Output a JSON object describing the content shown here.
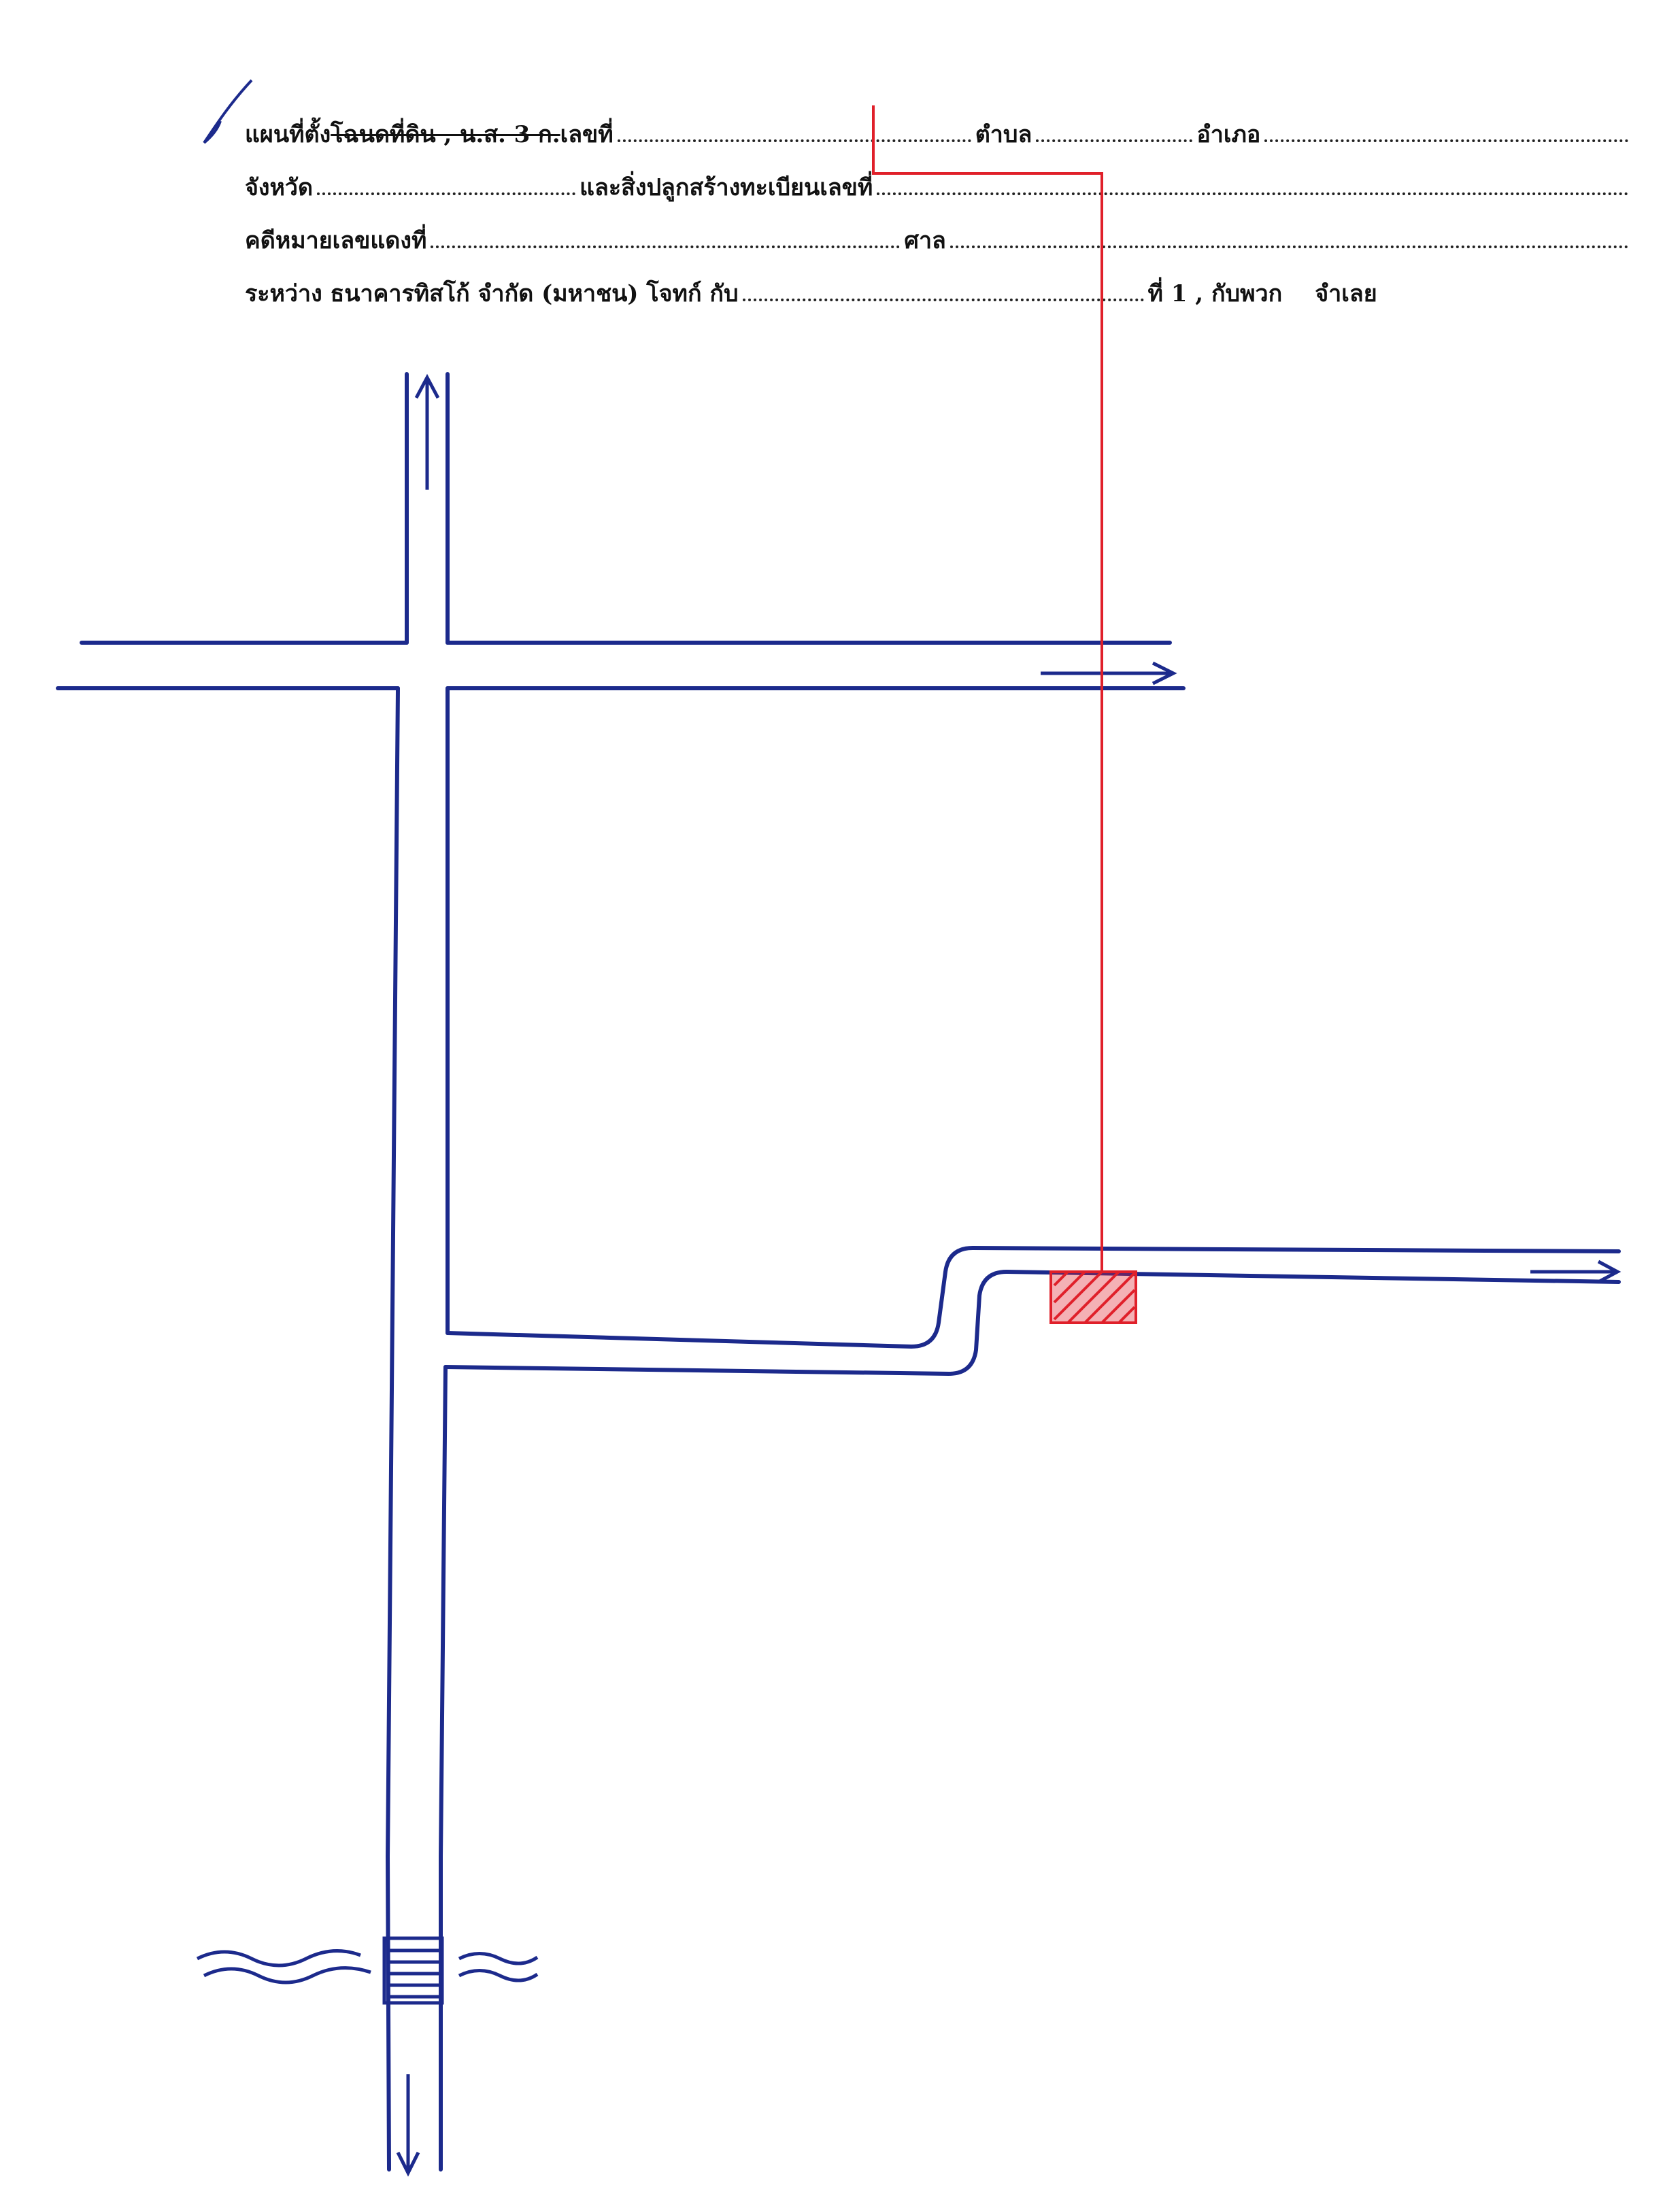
{
  "form": {
    "line1": {
      "label_prefix": "แผนที่ตั้ง",
      "label_struck": "โฉนดที่ดิน , น.ส. 3 ก.",
      "label_number": "เลขที่",
      "label_tambon": "ตำบล",
      "label_amphoe": "อำเภอ",
      "number_value": "",
      "tambon_value": "",
      "amphoe_value": ""
    },
    "line2": {
      "label_province": "จังหวัด",
      "label_building": "และสิ่งปลูกสร้างทะเบียนเลขที่",
      "province_value": "",
      "building_value": ""
    },
    "line3": {
      "label_case": "คดีหมายเลขแดงที่",
      "label_court": "ศาล",
      "case_value": "",
      "court_value": ""
    },
    "line4": {
      "label_between": "ระหว่าง ธนาคารทิสโก้ จำกัด (มหาชน) โจทก์ กับ",
      "label_defendant_no": "ที่ 1 , กับพวก",
      "label_defendant": "จำเลย",
      "defendant_value": ""
    },
    "annotation_value": ""
  },
  "map": {
    "ink_color": "#1c2a8c",
    "marker_color": "#e0202a",
    "road_labels": []
  }
}
